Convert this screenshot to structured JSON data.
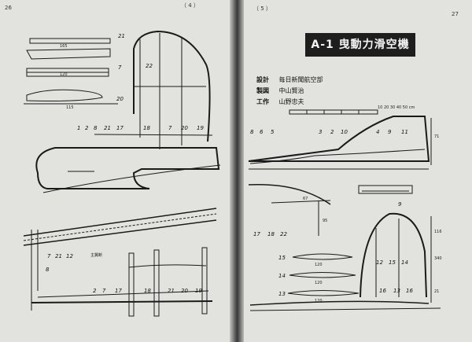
{
  "header": {
    "left_page_no": "26",
    "left_running": "（ 4 ）",
    "right_running": "（ 5 ）",
    "right_page_no": "27"
  },
  "title": "A-1 曳動力滑空機",
  "credits": [
    {
      "role": "設計",
      "name": "毎日新聞航空部"
    },
    {
      "role": "製図",
      "name": "中山賢治"
    },
    {
      "role": "工作",
      "name": "山野忠夫"
    }
  ],
  "scale_label": "10 20 30 40 50 cm",
  "left_callouts": {
    "top_right_a": "21",
    "top_right_b": "7",
    "rib_a": "22",
    "rib_b": "20",
    "fuse_row": [
      "1",
      "2",
      "8",
      "21",
      "17",
      "18",
      "7",
      "20",
      "19"
    ],
    "side_row": [
      "7",
      "21",
      "12"
    ],
    "side_left": "8",
    "bottom_row": [
      "2",
      "7",
      "17",
      "18",
      "21",
      "20",
      "19"
    ],
    "section_label": "主翼断",
    "dims": [
      "165",
      "120",
      "115"
    ]
  },
  "right_callouts": {
    "top_row": [
      "8",
      "6",
      "5",
      "3",
      "2",
      "10",
      "4",
      "9",
      "11"
    ],
    "mid_row": [
      "17",
      "18",
      "22"
    ],
    "fin_row": [
      "12",
      "15",
      "14"
    ],
    "ribs": [
      "15",
      "14",
      "13"
    ],
    "bottom_row": [
      "16",
      "13",
      "16"
    ],
    "mid_9": "9",
    "dims": [
      "71",
      "67",
      "95",
      "120",
      "120",
      "120",
      "340",
      "116",
      "21"
    ]
  }
}
